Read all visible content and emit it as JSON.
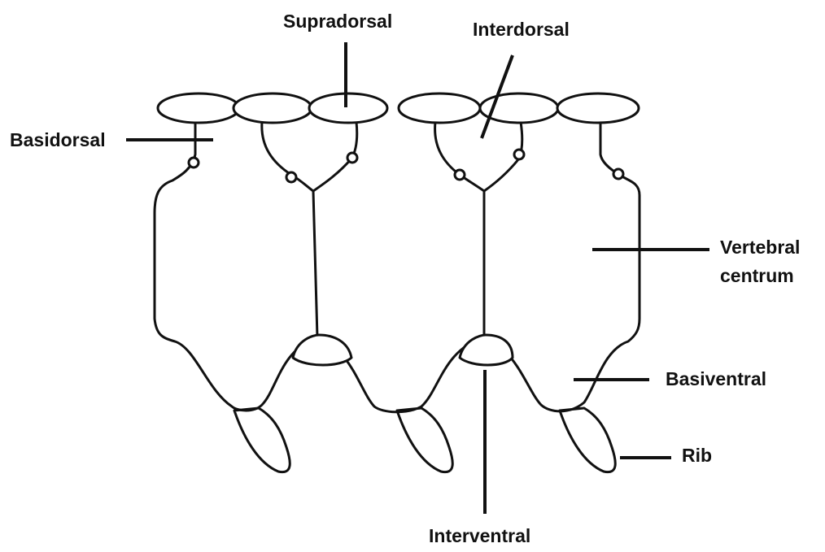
{
  "labels": {
    "supradorsal": "Supradorsal",
    "interdorsal": "Interdorsal",
    "basidorsal": "Basidorsal",
    "vertebral_centrum_line1": "Vertebral",
    "vertebral_centrum_line2": "centrum",
    "basiventral": "Basiventral",
    "rib": "Rib",
    "interventral": "Interventral"
  },
  "colors": {
    "ink": "#111111",
    "background": "#ffffff"
  }
}
